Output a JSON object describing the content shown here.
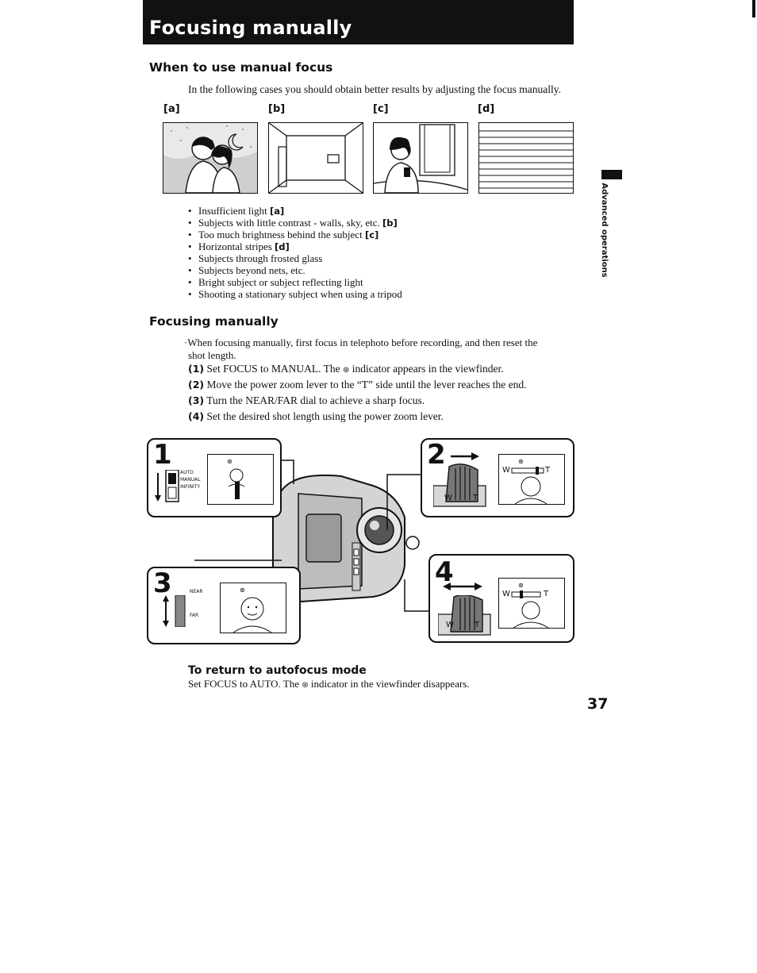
{
  "header": {
    "title": "Focusing manually"
  },
  "section1": {
    "heading": "When to use manual focus",
    "intro": "In the following cases you should obtain better results by adjusting the focus manually.",
    "case_labels": [
      "[a]",
      "[b]",
      "[c]",
      "[d]"
    ],
    "bullets": [
      {
        "text": "Insufficient light ",
        "tag": "[a]"
      },
      {
        "text": "Subjects with little contrast - walls, sky, etc. ",
        "tag": "[b]"
      },
      {
        "text": "Too much brightness behind the subject ",
        "tag": "[c]"
      },
      {
        "text": "Horizontal stripes ",
        "tag": "[d]"
      },
      {
        "text": "Subjects through frosted glass",
        "tag": ""
      },
      {
        "text": "Subjects beyond nets, etc.",
        "tag": ""
      },
      {
        "text": "Bright subject or subject reflecting light",
        "tag": ""
      },
      {
        "text": "Shooting a stationary subject when using a tripod",
        "tag": ""
      }
    ]
  },
  "section2": {
    "heading": "Focusing manually",
    "note_line1": "·When focusing manually, first focus in telephoto before recording, and then reset the",
    "note_line2": "shot length.",
    "steps": [
      {
        "num": "(1)",
        "text": " Set FOCUS to MANUAL.  The ",
        "after": " indicator appears in the viewfinder."
      },
      {
        "num": "(2)",
        "text": " Move the power zoom lever to the “T” side until the lever reaches the end.",
        "after": ""
      },
      {
        "num": "(3)",
        "text": " Turn the NEAR/FAR dial to achieve a sharp focus.",
        "after": ""
      },
      {
        "num": "(4)",
        "text": " Set the desired shot length using the power zoom lever.",
        "after": ""
      }
    ]
  },
  "illustration": {
    "panel1": {
      "num": "1",
      "labels": [
        "AUTO",
        "MANUAL",
        "INFINITY"
      ]
    },
    "panel2": {
      "num": "2",
      "w": "W",
      "t": "T"
    },
    "panel3": {
      "num": "3",
      "labels": [
        "NEAR",
        "FAR"
      ]
    },
    "panel4": {
      "num": "4",
      "w": "W",
      "t": "T"
    }
  },
  "section3": {
    "heading": "To return to autofocus mode",
    "text_before": "Set FOCUS to AUTO.  The ",
    "text_after": " indicator in the viewfinder disappears."
  },
  "sidebar": {
    "label": "Advanced operations"
  },
  "footer": {
    "page_number": "37"
  }
}
